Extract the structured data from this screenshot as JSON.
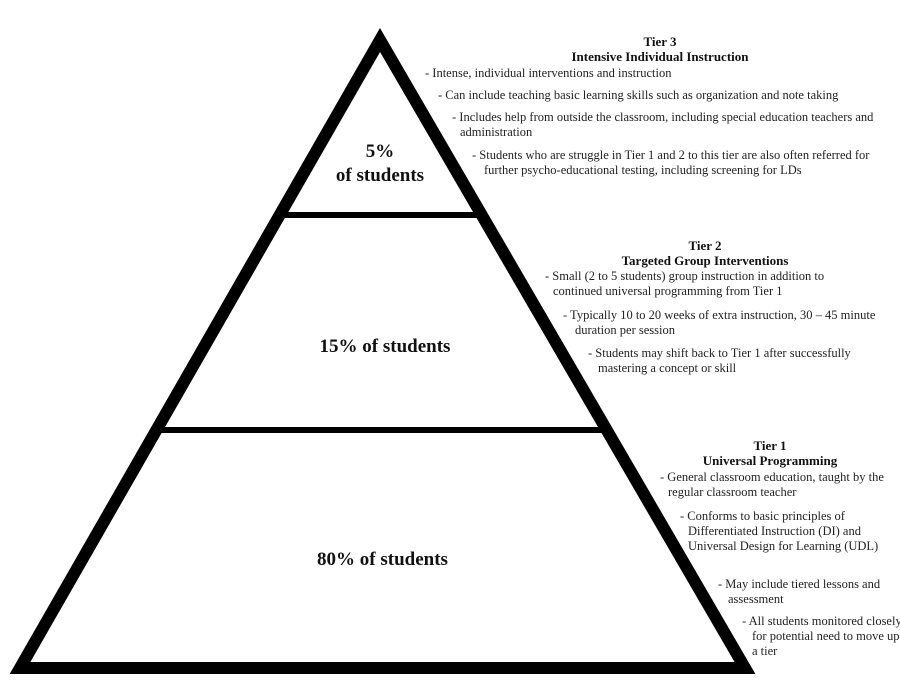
{
  "tiers": [
    {
      "percent_lines": [
        "5%",
        "of students"
      ],
      "heading": "Tier 3",
      "subheading": "Intensive Individual Instruction",
      "bullets": [
        "- Intense, individual interventions and instruction",
        "- Can include teaching basic learning skills such as organization and note taking",
        "- Includes help from outside the classroom, including special education teachers and administration",
        "- Students who are struggle in Tier 1 and 2 to this tier are also often referred for further psycho-educational testing, including screening for LDs"
      ]
    },
    {
      "percent_lines": [
        "15% of students"
      ],
      "heading": "Tier 2",
      "subheading": "Targeted Group Interventions",
      "bullets": [
        "- Small (2 to 5 students) group instruction in addition to continued universal programming from Tier 1",
        "- Typically 10 to 20 weeks of extra instruction, 30 – 45 minute duration per session",
        "- Students may shift back to Tier 1 after successfully mastering a concept or skill"
      ]
    },
    {
      "percent_lines": [
        "80% of students"
      ],
      "heading": "Tier 1",
      "subheading": "Universal Programming",
      "bullets": [
        "- General classroom education, taught by the regular classroom teacher",
        "- Conforms to basic principles of Differentiated Instruction (DI) and Universal Design for Learning (UDL)",
        "- May include tiered lessons and assessment",
        "- All students monitored closely for potential need to move up a tier"
      ]
    }
  ]
}
